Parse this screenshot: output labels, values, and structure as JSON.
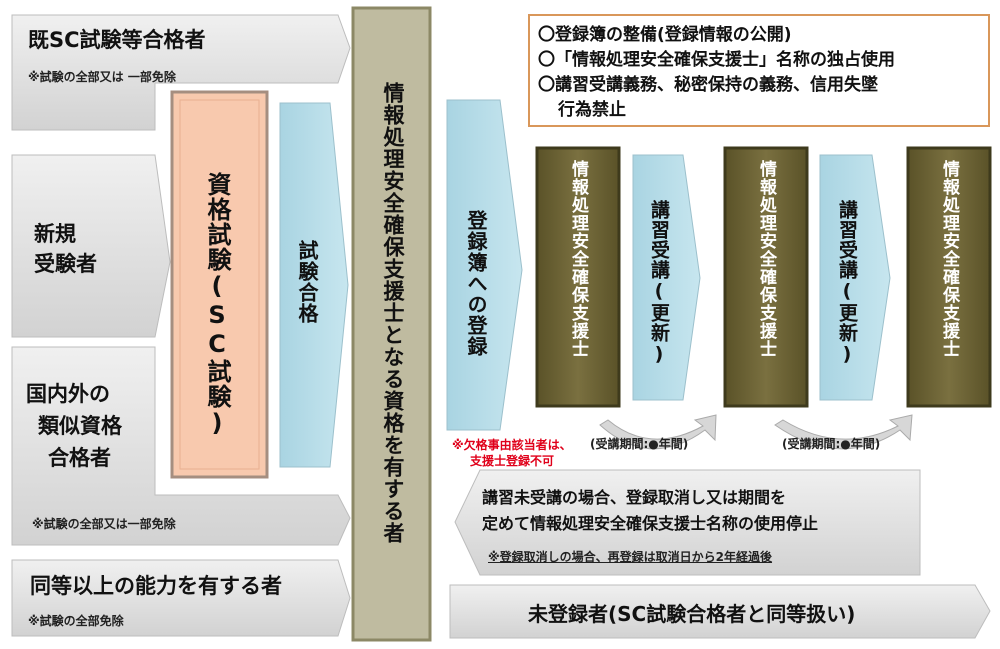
{
  "left": {
    "exempt_sc": {
      "title": "既SC試験等合格者",
      "note": "※試験の全部又は 一部免除"
    },
    "new_examinee": {
      "title_line1": "新規",
      "title_line2": "受験者"
    },
    "similar_qual": {
      "title_line1": "国内外の",
      "title_line2": "類似資格",
      "title_line3": "合格者",
      "note": "※試験の全部又は一部免除"
    },
    "equivalent": {
      "title": "同等以上の能力を有する者",
      "note": "※試験の全部免除"
    }
  },
  "exam_box": "資格試験(SC試験)",
  "pass_arrow": "試験合格",
  "qualified_column": "情報処理安全確保支援士となる資格を有する者",
  "register_arrow": "登録簿への登録",
  "disqualify_note": {
    "line1": "※欠格事由該当者は、",
    "line2": "支援士登録不可"
  },
  "registry_box": {
    "line1": "〇登録簿の整備(登録情報の公開)",
    "line2": "〇「情報処理安全確保支援士」名称の独占使用",
    "line3": "〇講習受講義務、秘密保持の義務、信用失墜",
    "line4": "行為禁止"
  },
  "flow": {
    "specialist_label": "情報処理安全確保支援士",
    "course_label": "講習受講(更新)",
    "period_label": "(受講期間:●年間)"
  },
  "cancel_box": {
    "line1": "講習未受講の場合、登録取消し又は期間を",
    "line2": "定めて情報処理安全確保支援士名称の使用停止",
    "note": "※登録取消しの場合、再登録は取消日から2年経過後"
  },
  "unregistered": "未登録者(SC試験合格者と同等扱い)",
  "colors": {
    "arrow_gray": "#dcdcdc",
    "column_olive": "#bfbba0",
    "exam_peach": "#f8c9ae",
    "light_blue": "#b9dde8",
    "dark_olive": "#6b6334",
    "registry_border": "#d9975a",
    "note_red": "#e0001a"
  }
}
